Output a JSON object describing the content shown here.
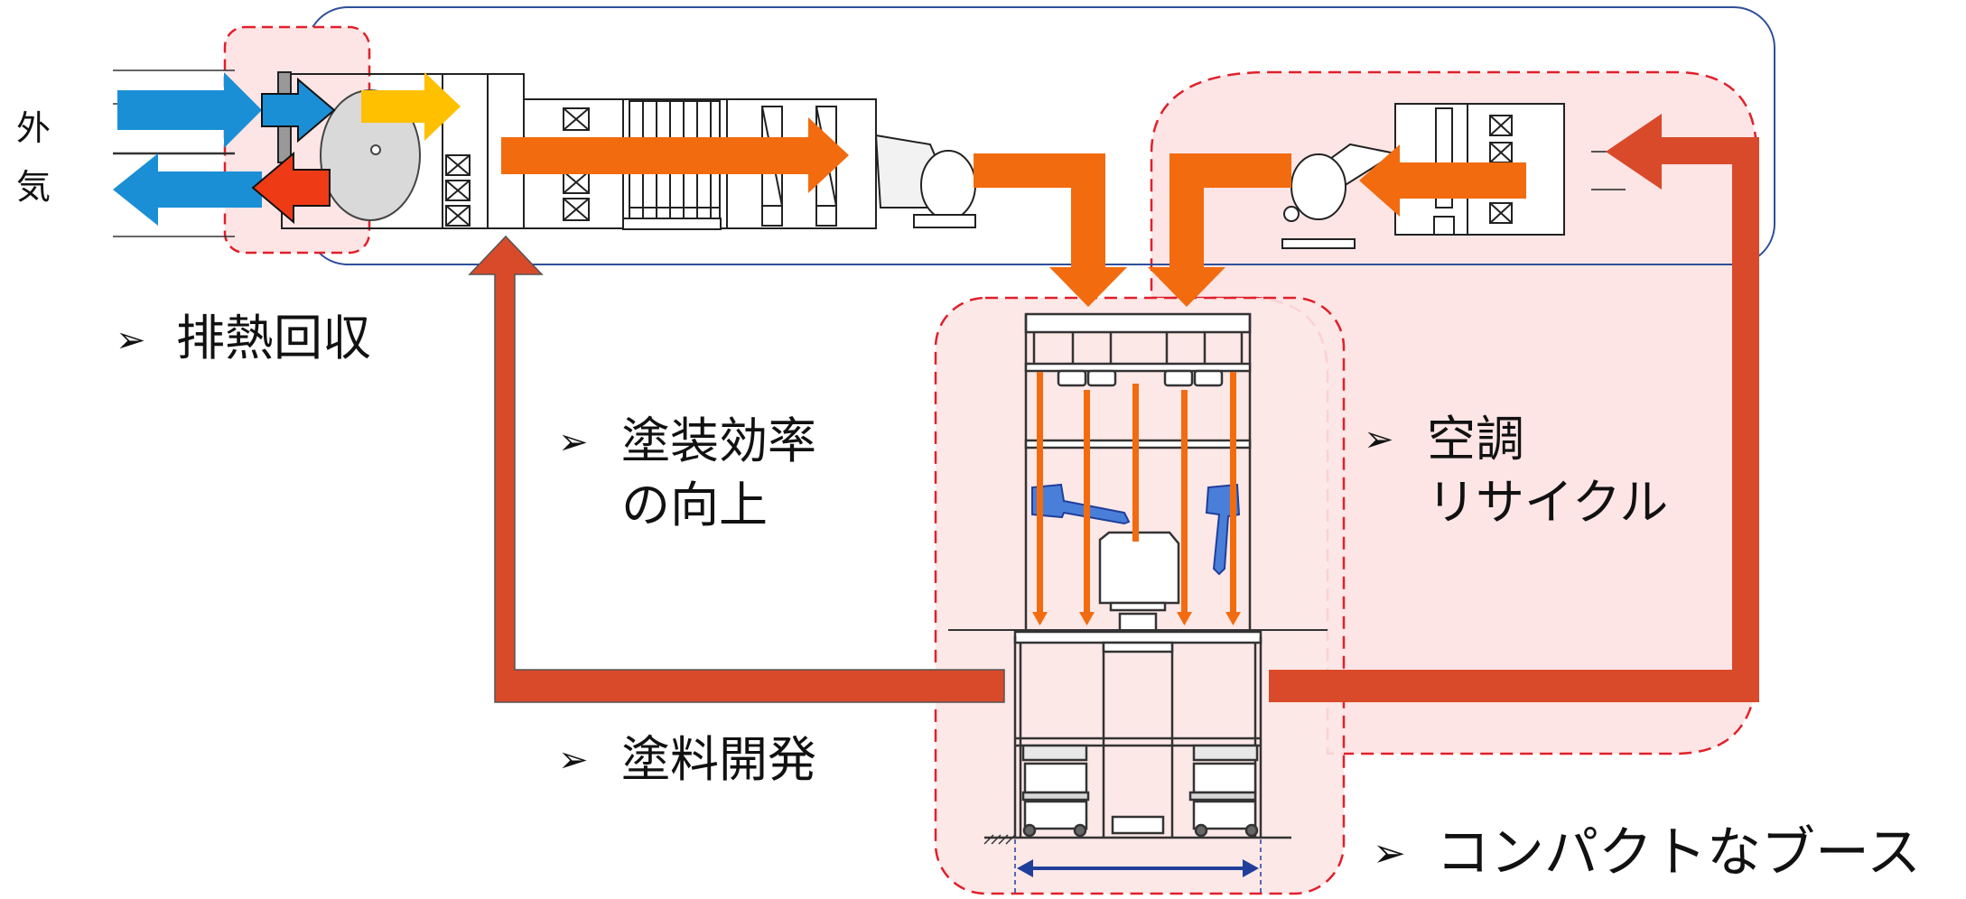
{
  "labels": {
    "outside_air_1": "外",
    "outside_air_2": "気",
    "heat_recovery": "排熱回収",
    "coating_efficiency_1": "塗装効率",
    "coating_efficiency_2": "の向上",
    "air_recycle_1": "空調",
    "air_recycle_2": "リサイクル",
    "paint_development": "塗料開発",
    "compact_booth": "コンパクトなブース",
    "bullet": "➢"
  },
  "colors": {
    "outside_air": "#1a8fd6",
    "return_air": "#d94a2a",
    "supply_air": "#f26b0f",
    "yellow_air": "#ffc000",
    "zone_fill": "#fde5e5",
    "zone_border": "#e0202a",
    "system_border": "#2f4f9a",
    "robot": "#4a7fd9",
    "dimension": "#1f3f9a"
  },
  "icons": [
    "damper-icon",
    "fan-icon",
    "heat-exchanger-wheel-icon",
    "robot-arm-icon",
    "paint-object-icon"
  ]
}
